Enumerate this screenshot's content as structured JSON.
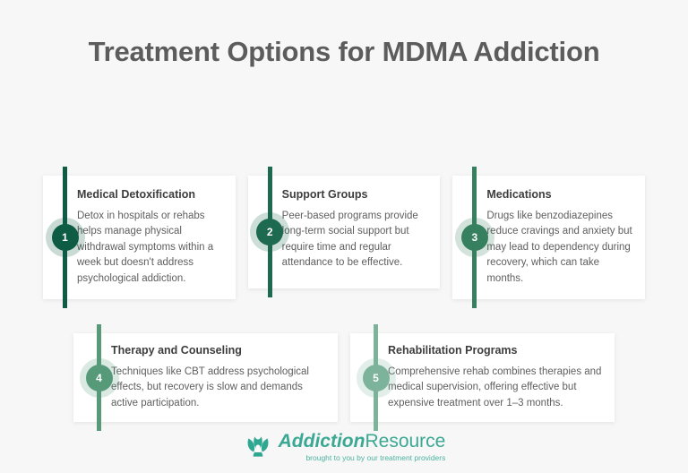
{
  "page": {
    "background_color": "#f7f7f7",
    "title": "Treatment Options for MDMA Addiction"
  },
  "cards": [
    {
      "number": "1",
      "title": "Medical Detoxification",
      "body": "Detox in hospitals or rehabs helps manage physical withdrawal symptoms within a week but doesn't address psychological addiction.",
      "accent_color": "#0e5c44"
    },
    {
      "number": "2",
      "title": "Support Groups",
      "body": "Peer-based programs provide long-term social support but require time and regular attendance to be effective.",
      "accent_color": "#1d6a50"
    },
    {
      "number": "3",
      "title": "Medications",
      "body": "Drugs like benzodiazepines reduce cravings and anxiety but may lead to dependency during recovery, which can take months.",
      "accent_color": "#36805f"
    },
    {
      "number": "4",
      "title": "Therapy and Counseling",
      "body": "Techniques like CBT address psychological effects, but recovery is slow and demands active participation.",
      "accent_color": "#579a7a"
    },
    {
      "number": "5",
      "title": "Rehabilitation Programs",
      "body": "Comprehensive rehab combines therapies and medical supervision, offering effective but expensive treatment over 1–3 months.",
      "accent_color": "#7cb39a"
    }
  ],
  "footer": {
    "logo_icon": "leaf-person-icon",
    "logo_name_part1": "Addiction",
    "logo_name_part2": "Resource",
    "tagline": "brought to you by our treatment providers",
    "logo_color": "#3aa893"
  }
}
